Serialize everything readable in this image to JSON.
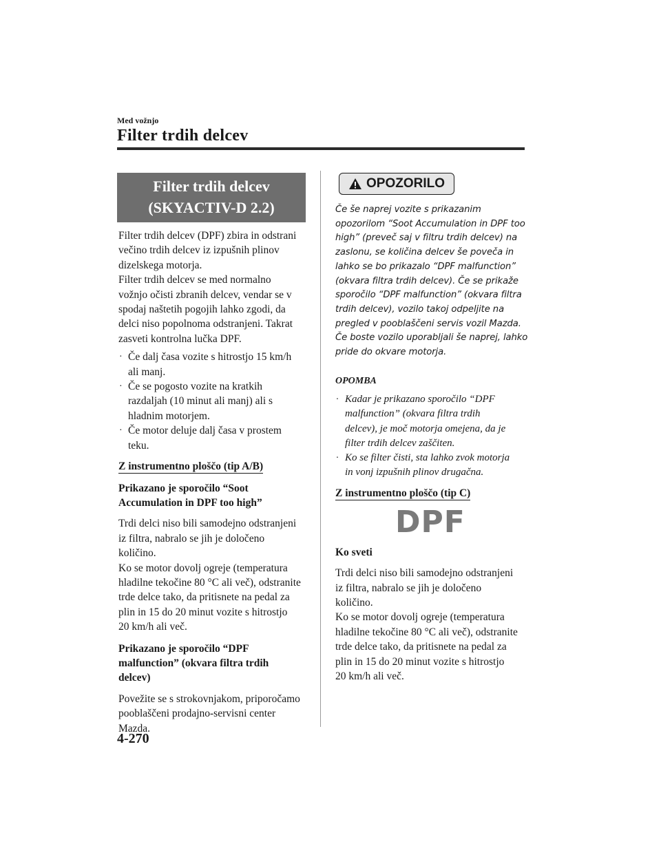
{
  "header": {
    "breadcrumb": "Med vožnjo",
    "title": "Filter trdih delcev"
  },
  "left": {
    "banner": [
      "Filter trdih delcev",
      "(SKYACTIV-D 2.2)"
    ],
    "intro1": [
      "Filter trdih delcev (DPF) zbira in odstrani",
      "večino trdih delcev iz izpušnih plinov",
      "dizelskega motorja."
    ],
    "intro2": [
      "Filter trdih delcev se med normalno",
      "vožnjo očisti zbranih delcev, vendar se v",
      "spodaj naštetih pogojih lahko zgodi, da",
      "delci niso popolnoma odstranjeni. Takrat",
      "zasveti kontrolna lučka DPF."
    ],
    "bullets": [
      [
        "Če dalj časa vozite s hitrostjo 15 km/h",
        "ali manj."
      ],
      [
        "Če se pogosto vozite na kratkih",
        "razdaljah (10 minut ali manj) ali s",
        "hladnim motorjem."
      ],
      [
        "Če motor deluje dalj časa v prostem",
        "teku."
      ]
    ],
    "heading_ab": "Z instrumentno ploščo (tip A/B)",
    "msg1_heading": [
      "Prikazano je sporočilo “Soot",
      "Accumulation in DPF too high”"
    ],
    "msg1_p1": [
      "Trdi delci niso bili samodejno odstranjeni",
      "iz filtra, nabralo se jih je določeno",
      "količino."
    ],
    "msg1_p2": [
      "Ko se motor dovolj ogreje (temperatura",
      "hladilne tekočine 80 °C ali več), odstranite",
      "trde delce tako, da pritisnete na pedal za",
      "plin in 15 do 20 minut vozite s hitrostjo",
      "20 km/h ali več."
    ],
    "msg2_heading": [
      "Prikazano je sporočilo “DPF",
      "malfunction” (okvara filtra trdih",
      "delcev)"
    ],
    "msg2_p": [
      "Povežite se s strokovnjakom, priporočamo",
      "pooblaščeni prodajno-servisni center",
      "Mazda."
    ]
  },
  "right": {
    "warning_label": "OPOZORILO",
    "warning_lines": [
      "Če še naprej vozite s prikazanim",
      "opozorilom “Soot Accumulation in DPF too",
      "high” (preveč saj v filtru trdih delcev) na",
      "zaslonu, se količina delcev še poveča in",
      "lahko se bo prikazalo “DPF malfunction”",
      "(okvara filtra trdih delcev). Če se prikaže",
      "sporočilo “DPF malfunction” (okvara filtra",
      "trdih delcev), vozilo takoj odpeljite na",
      "pregled v pooblaščeni servis vozil Mazda.",
      "Če boste vozilo uporabljali še naprej, lahko",
      "pride do okvare motorja."
    ],
    "note_heading": "OPOMBA",
    "notes": [
      [
        "Kadar je prikazano sporočilo “DPF",
        "malfunction” (okvara filtra trdih",
        "delcev), je moč motorja omejena, da je",
        "filter trdih delcev zaščiten."
      ],
      [
        "Ko se filter čisti, sta lahko zvok motorja",
        "in vonj izpušnih plinov drugačna."
      ]
    ],
    "heading_c": "Z instrumentno ploščo (tip C)",
    "dpf_indicator": "DPF",
    "ko_sveti": "Ko sveti",
    "c_p1": [
      "Trdi delci niso bili samodejno odstranjeni",
      "iz filtra, nabralo se jih je določeno",
      "količino."
    ],
    "c_p2": [
      "Ko se motor dovolj ogreje (temperatura",
      "hladilne tekočine 80 °C ali več), odstranite",
      "trde delce tako, da pritisnete na pedal za",
      "plin in 15 do 20 minut vozite s hitrostjo",
      "20 km/h ali več."
    ]
  },
  "footer": {
    "page_number": "4-270"
  },
  "icons": {
    "warning": "warning-triangle-icon",
    "bullet": "·"
  }
}
